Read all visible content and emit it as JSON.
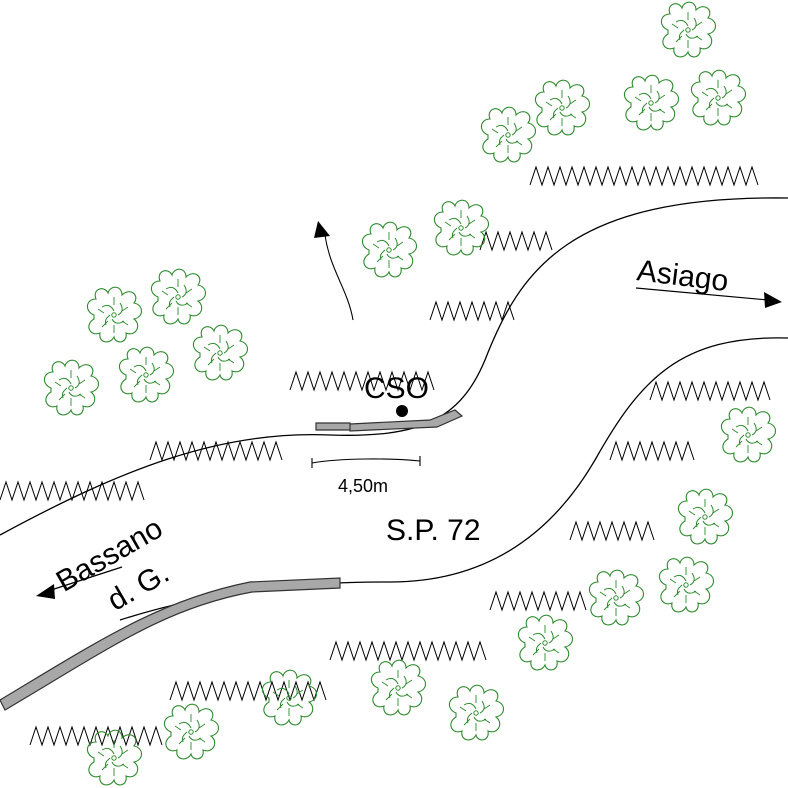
{
  "labels": {
    "cso": "CSO",
    "measure": "4,50m",
    "road": "S.P. 72",
    "dest_right": "Asiago",
    "dest_left_1": "Bassano",
    "dest_left_2": "d. G."
  },
  "colors": {
    "line": "#000000",
    "tree": "#2e8b2e",
    "guardrail_fill": "#a8a8a8",
    "guardrail_stroke": "#333333"
  }
}
